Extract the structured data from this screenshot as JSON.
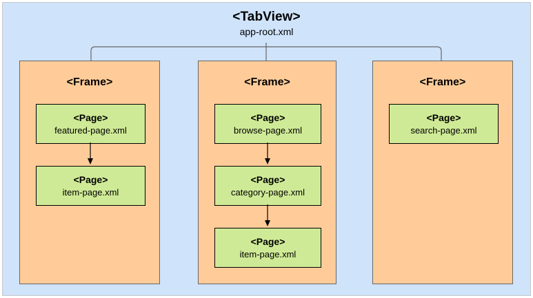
{
  "diagram": {
    "type": "hierarchy-tree",
    "root": {
      "tag": "<TabView>",
      "file": "app-root.xml"
    },
    "frames": [
      {
        "tag": "<Frame>",
        "pages": [
          {
            "tag": "<Page>",
            "file": "featured-page.xml"
          },
          {
            "tag": "<Page>",
            "file": "item-page.xml"
          }
        ]
      },
      {
        "tag": "<Frame>",
        "pages": [
          {
            "tag": "<Page>",
            "file": "browse-page.xml"
          },
          {
            "tag": "<Page>",
            "file": "category-page.xml"
          },
          {
            "tag": "<Page>",
            "file": "item-page.xml"
          }
        ]
      },
      {
        "tag": "<Frame>",
        "pages": [
          {
            "tag": "<Page>",
            "file": "search-page.xml"
          }
        ]
      }
    ]
  },
  "colors": {
    "canvas_background": "#cfe3fb",
    "canvas_border": "#c8c8c8",
    "frame_fill": "#ffcc99",
    "frame_stroke": "#666666",
    "page_fill": "#cfea96",
    "page_stroke": "#000000",
    "connector_stroke": "#666666",
    "arrow_stroke": "#000000",
    "text": "#000000"
  }
}
